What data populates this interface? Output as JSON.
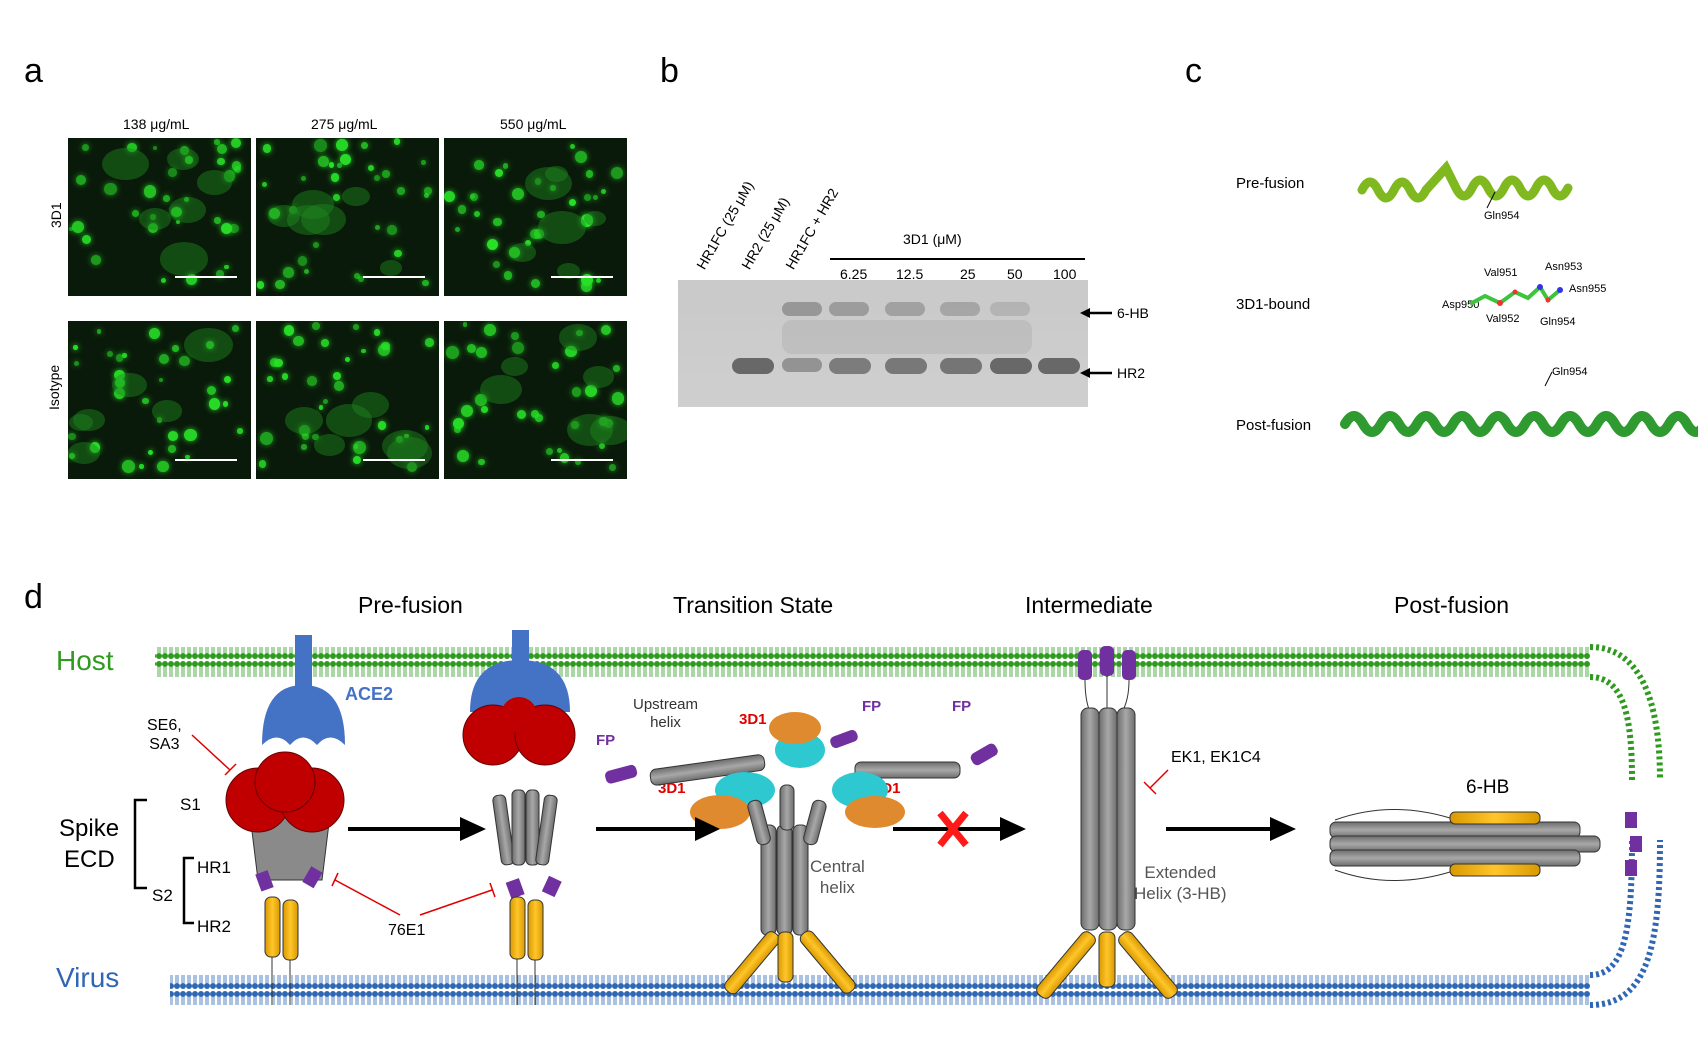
{
  "panels": {
    "a": "a",
    "b": "b",
    "c": "c",
    "d": "d"
  },
  "panel_a": {
    "concentrations": [
      "138 μg/mL",
      "275 μg/mL",
      "550 μg/mL"
    ],
    "rows": [
      "3D1",
      "Isotype"
    ],
    "colors": {
      "background": "#0a1a0a",
      "cells": "#28e028"
    }
  },
  "panel_b": {
    "lanes": [
      "HR1FC (25 μM)",
      "HR2 (25 μM)",
      "HR1FC + HR2"
    ],
    "group_label": "3D1 (μM)",
    "doses": [
      "6.25",
      "12.5",
      "25",
      "50",
      "100"
    ],
    "markers": [
      "6-HB",
      "HR2"
    ]
  },
  "panel_c": {
    "states": [
      "Pre-fusion",
      "3D1-bound",
      "Post-fusion"
    ],
    "residues_pre": [
      "Gln954"
    ],
    "residues_bound": [
      "Val951",
      "Asn953",
      "Asn955",
      "Asp950",
      "Val952",
      "Gln954"
    ],
    "residues_post": [
      "Gln954"
    ]
  },
  "panel_d": {
    "stages": [
      "Pre-fusion",
      "Transition State",
      "Intermediate",
      "Post-fusion"
    ],
    "host": "Host",
    "virus": "Virus",
    "ace2": "ACE2",
    "inhibitors": {
      "s1": "SE6,\nSA3",
      "hr": "76E1",
      "intermediate": "EK1, EK1C4"
    },
    "spike": {
      "title_1": "Spike",
      "title_2": "ECD",
      "s1": "S1",
      "s2": "S2",
      "hr1": "HR1",
      "hr2": "HR2"
    },
    "transition": {
      "upstream": "Upstream\nhelix",
      "fp": "FP",
      "antibody": "3D1",
      "central": "Central\nhelix"
    },
    "intermediate": {
      "extended": "Extended\nHelix (3-HB)"
    },
    "postfusion": {
      "sixhb": "6-HB"
    },
    "colors": {
      "host": "#2e9a1e",
      "virus": "#2f67b5",
      "ace2": "#4472c4",
      "rbd": "#c00000",
      "helix": "#808080",
      "hr2": "#f0b400",
      "fp": "#7030a0",
      "fab_a": "#2ec8d0",
      "fab_b": "#e08a30"
    }
  }
}
